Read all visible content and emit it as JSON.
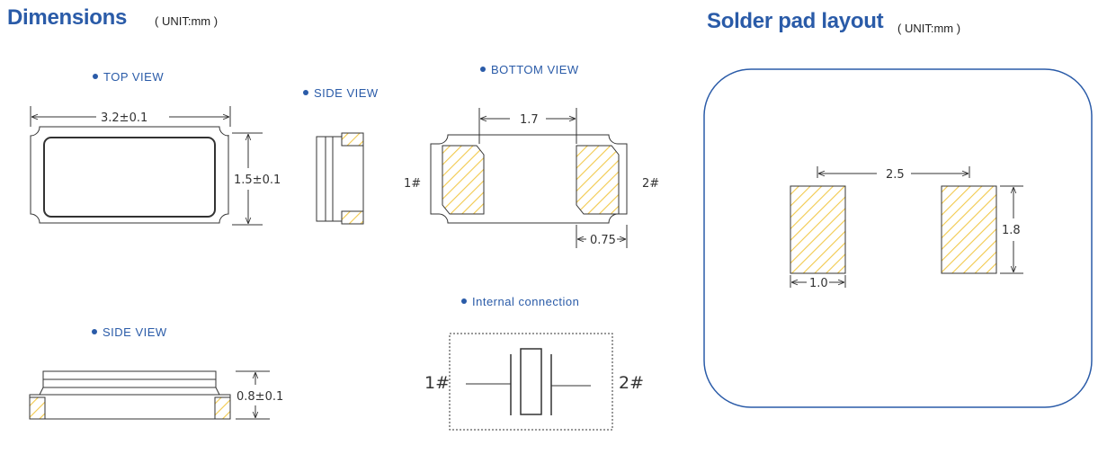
{
  "dimensions": {
    "title": "Dimensions",
    "unit": "( UNIT:mm )",
    "top_view_label": "TOP VIEW",
    "side_view_label": "SIDE VIEW",
    "bottom_view_label": "BOTTOM VIEW",
    "side_view2_label": "SIDE VIEW",
    "internal_label": "Internal connection",
    "length": "3.2±0.1",
    "width": "1.5±0.1",
    "height": "0.8±0.1",
    "pad_pitch": "1.7",
    "pad_width": "0.75",
    "pin1": "1#",
    "pin2": "2#",
    "conn_pin1": "1#",
    "conn_pin2": "2#"
  },
  "solder": {
    "title": "Solder pad layout",
    "unit": "( UNIT:mm )",
    "pitch": "2.5",
    "pad_height": "1.8",
    "pad_width": "1.0"
  },
  "colors": {
    "heading": "#2a5ba8",
    "pad_hatch": "#f2c94c",
    "line": "#333333",
    "frame": "#2a5ba8"
  }
}
